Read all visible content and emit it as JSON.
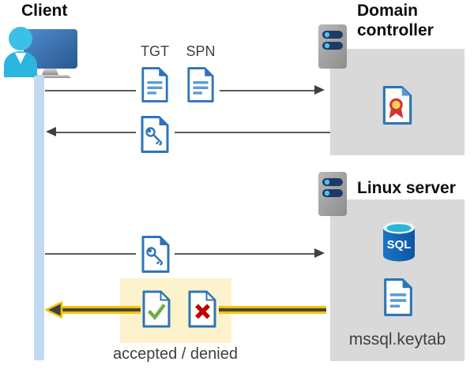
{
  "diagram": {
    "client": {
      "title": "Client"
    },
    "domain_controller": {
      "title": "Domain controller"
    },
    "linux_server": {
      "title": "Linux server",
      "sql_label": "SQL",
      "keytab_label": "mssql.keytab"
    },
    "messages": {
      "tgt_label": "TGT",
      "spn_label": "SPN",
      "result_label": "accepted / denied"
    },
    "icons": [
      "client-monitor-user-icon",
      "server-icon",
      "document-icon",
      "key-document-icon",
      "certificate-icon",
      "sql-database-icon",
      "check-document-icon",
      "cross-document-icon"
    ],
    "colors": {
      "doc_border_blue": "#2E75B6",
      "doc_lines_blue": "#5B9BD5",
      "fold_blue": "#5B9BD5",
      "box_gray": "#D9D9D9",
      "lifeline_blue": "#C2D9F2",
      "arrow_gray": "#595959",
      "arrowhead_dark": "#404040",
      "accent_yellow": "#F2C500",
      "highlight_yellow": "#FCF3CD",
      "check_green": "#70AD47",
      "cross_red": "#C00000",
      "cert_seal_yellow": "#FFD24D",
      "cert_ribbon_red": "#D13438",
      "sql_body_blue": "#1368B4",
      "sql_top_cyan": "#29B5DC",
      "server_pill_navy": "#1E3A66",
      "server_dot_cyan": "#4FC3E8",
      "person_cyan": "#2CB5DE",
      "monitor_blue": "#3A72B5"
    }
  }
}
